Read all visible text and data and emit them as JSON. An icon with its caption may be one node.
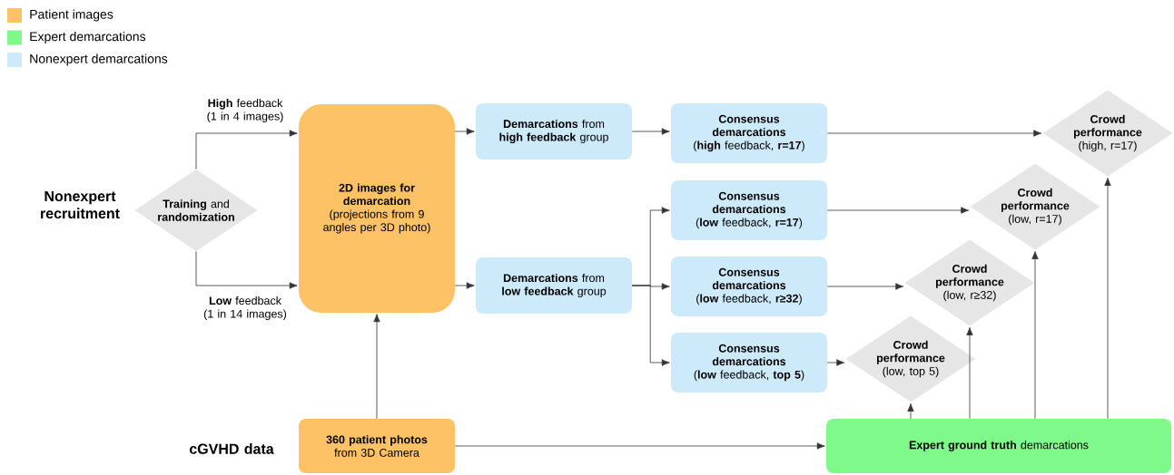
{
  "diagram": {
    "nodes": [
      {
        "text": [
          "**Training** and **randomization**"
        ]
      },
      {
        "text": [
          "2D images for demarcation",
          "(projections from 9 angles per 3D photo)"
        ]
      },
      {
        "text": [
          "360 patient photos",
          "from 3D Camera"
        ]
      },
      {
        "text": [
          "**Demarcations** from **high feedback** group"
        ]
      },
      {
        "text": [
          "**Demarcations** from **low feedback** group"
        ]
      },
      {
        "text": [
          "Consensus demarcations",
          "(**high** feedback, **r=17**)"
        ]
      },
      {
        "text": [
          "Consensus demarcations",
          "(**low** feedback, **r=17**)"
        ]
      },
      {
        "text": [
          "Consensus demarcations",
          "(**low** feedback, **r≥32**)"
        ]
      },
      {
        "text": [
          "Consensus demarcations",
          "(**low** feedback, **top 5**)"
        ]
      },
      {
        "text": [
          "Crowd performance",
          "(high, r=17)"
        ]
      },
      {
        "text": [
          "Crowd performance",
          "(low, r=17)"
        ]
      },
      {
        "text": [
          "Crowd performance",
          "(low, r≥32)"
        ]
      },
      {
        "text": [
          "Crowd performance",
          "(low, top 5)"
        ]
      },
      {
        "text": [
          "**Expert ground truth** demarcations"
        ]
      }
    ],
    "edges": [
      {
        "from": 0,
        "to": 1,
        "arrow": "to",
        "label": "**High** feedback (1 in 4 images)"
      },
      {
        "from": 0,
        "to": 1,
        "arrow": "to",
        "label": "**Low** feedback (1 in 14 images)"
      },
      {
        "from": 2,
        "to": 1,
        "arrow": "to"
      },
      {
        "from": 1,
        "to": 3,
        "arrow": "to"
      },
      {
        "from": 1,
        "to": 4,
        "arrow": "to"
      },
      {
        "from": 3,
        "to": 5,
        "arrow": "to"
      },
      {
        "from": 4,
        "to": 6,
        "arrow": "to"
      },
      {
        "from": 4,
        "to": 7,
        "arrow": "to"
      },
      {
        "from": 4,
        "to": 8,
        "arrow": "to"
      },
      {
        "from": 5,
        "to": 9,
        "arrow": "to"
      },
      {
        "from": 6,
        "to": 10,
        "arrow": "to"
      },
      {
        "from": 7,
        "to": 11,
        "arrow": "to"
      },
      {
        "from": 8,
        "to": 12,
        "arrow": "to"
      },
      {
        "from": 13,
        "to": 12,
        "arrow": "to"
      },
      {
        "from": 13,
        "to": 11,
        "arrow": "to"
      },
      {
        "from": 13,
        "to": 10,
        "arrow": "to"
      },
      {
        "from": 13,
        "to": 9,
        "arrow": "to"
      },
      {
        "from": 2,
        "to": 13,
        "arrow": "to"
      }
    ],
    "labels": [
      "Nonexpert recruitment",
      "cGVHD data"
    ],
    "legend": [
      {
        "text": "Patient images",
        "color": "#fec266"
      },
      {
        "text": "Expert demarcations",
        "color": "#80f98b"
      },
      {
        "text": "Nonexpert demarcations",
        "color": "#cdeafa"
      }
    ]
  }
}
